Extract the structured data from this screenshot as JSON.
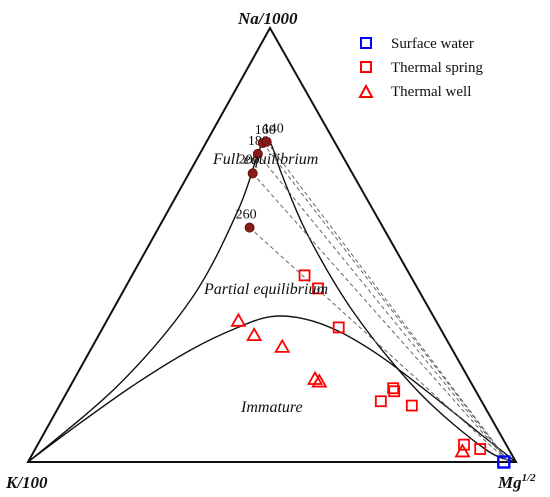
{
  "chart_data": {
    "type": "scatter",
    "title": "",
    "vertices": {
      "top": "Na/1000",
      "left": "K/100",
      "right": "Mg^1/2",
      "right_base": "Mg",
      "right_sup": "1/2"
    },
    "regions": [
      "Full equilibrium",
      "Partial equilibrium",
      "Immature"
    ],
    "legend": {
      "placement": "top-right",
      "entries": [
        {
          "name": "Surface water",
          "marker": "square",
          "color": "#0000ff"
        },
        {
          "name": "Thermal spring",
          "marker": "square",
          "color": "#ff0000"
        },
        {
          "name": "Thermal well",
          "marker": "triangle",
          "color": "#ff0000"
        }
      ]
    },
    "equilibrium_points": [
      {
        "label": "260",
        "s": 0.405,
        "t": 0.54
      },
      {
        "label": "200",
        "s": 0.39,
        "t": 0.665
      },
      {
        "label": "180",
        "s": 0.41,
        "t": 0.71
      },
      {
        "label": "160",
        "s": 0.44,
        "t": 0.735
      },
      {
        "label": "140",
        "s": 0.47,
        "t": 0.738
      }
    ],
    "series": [
      {
        "name": "Surface water",
        "points": [
          {
            "s": 0.975,
            "t": 0.0
          }
        ]
      },
      {
        "name": "Thermal spring",
        "points": [
          {
            "s": 0.62,
            "t": 0.43
          },
          {
            "s": 0.66,
            "t": 0.4
          },
          {
            "s": 0.7,
            "t": 0.31
          },
          {
            "s": 0.76,
            "t": 0.14
          },
          {
            "s": 0.8,
            "t": 0.163
          },
          {
            "s": 0.83,
            "t": 0.13
          },
          {
            "s": 0.91,
            "t": 0.04
          },
          {
            "s": 0.94,
            "t": 0.03
          },
          {
            "s": 0.8,
            "t": 0.17
          }
        ]
      },
      {
        "name": "Thermal well",
        "points": [
          {
            "s": 0.4,
            "t": 0.325
          },
          {
            "s": 0.45,
            "t": 0.292
          },
          {
            "s": 0.53,
            "t": 0.265
          },
          {
            "s": 0.61,
            "t": 0.191
          },
          {
            "s": 0.62,
            "t": 0.185
          },
          {
            "s": 0.9,
            "t": 0.024
          }
        ]
      }
    ],
    "curves": {
      "full_equilibrium": [
        [
          0.0,
          0.0
        ],
        [
          0.12,
          0.18
        ],
        [
          0.24,
          0.38
        ],
        [
          0.34,
          0.58
        ],
        [
          0.41,
          0.71
        ],
        [
          0.46,
          0.745
        ],
        [
          0.51,
          0.728
        ],
        [
          0.57,
          0.66
        ],
        [
          0.66,
          0.52
        ],
        [
          0.76,
          0.34
        ],
        [
          0.86,
          0.16
        ],
        [
          0.95,
          0.03
        ],
        [
          1.0,
          0.0
        ]
      ],
      "immature": [
        [
          0.0,
          0.0
        ],
        [
          0.06,
          0.08
        ],
        [
          0.16,
          0.18
        ],
        [
          0.28,
          0.26
        ],
        [
          0.4,
          0.31
        ],
        [
          0.5,
          0.335
        ],
        [
          0.6,
          0.33
        ],
        [
          0.7,
          0.3
        ],
        [
          0.8,
          0.24
        ],
        [
          0.9,
          0.14
        ],
        [
          0.96,
          0.06
        ],
        [
          1.0,
          0.0
        ]
      ]
    }
  }
}
